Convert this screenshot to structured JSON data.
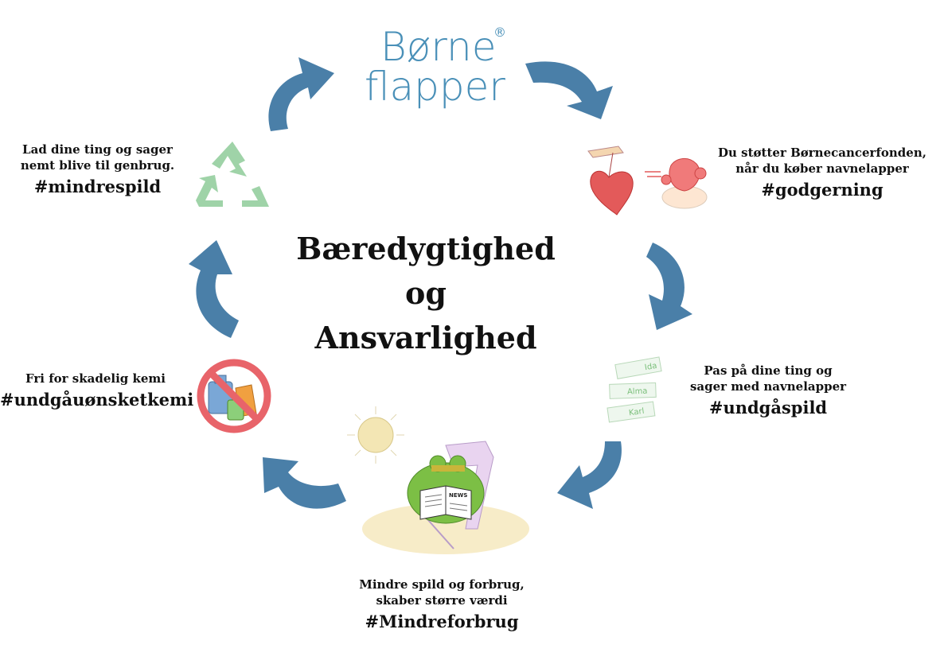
{
  "brand": {
    "line1": "Børne",
    "line2": "flapper",
    "registered": "®",
    "color": "#4a90b8"
  },
  "center": {
    "line1": "Bæredygtighed",
    "line2": "og",
    "line3": "Ansvarlighed"
  },
  "steps": {
    "godgerning": {
      "lines": [
        "Du støtter Børnecancerfonden,",
        "når du køber navnelapper"
      ],
      "tag": "#godgerning"
    },
    "undgaaspild": {
      "lines": [
        "Pas på dine ting og",
        "sager med navnelapper"
      ],
      "tag": "#undgåspild"
    },
    "mindreforbrug": {
      "lines": [
        "Mindre spild og forbrug,",
        "skaber større værdi"
      ],
      "tag": "#Mindreforbrug"
    },
    "kemi": {
      "lines": [
        "Fri for skadelig kemi"
      ],
      "tag": "#undgåuønsketkemi"
    },
    "mindrespild": {
      "lines": [
        "Lad dine ting og sager",
        "nemt blive til genbrug."
      ],
      "tag": "#mindrespild"
    }
  },
  "labels_illustration": {
    "names": [
      "Ida",
      "Alma",
      "Karl"
    ]
  },
  "newspaper_text": "NEWS",
  "colors": {
    "arrow": "#4a7fa8",
    "recycle": "#9fd3a8",
    "prohibit": "#e8646a",
    "heart": "#e35a5a",
    "frog": "#7cbf45",
    "sun": "#f3e6b4",
    "sand": "#f7ecc8"
  }
}
